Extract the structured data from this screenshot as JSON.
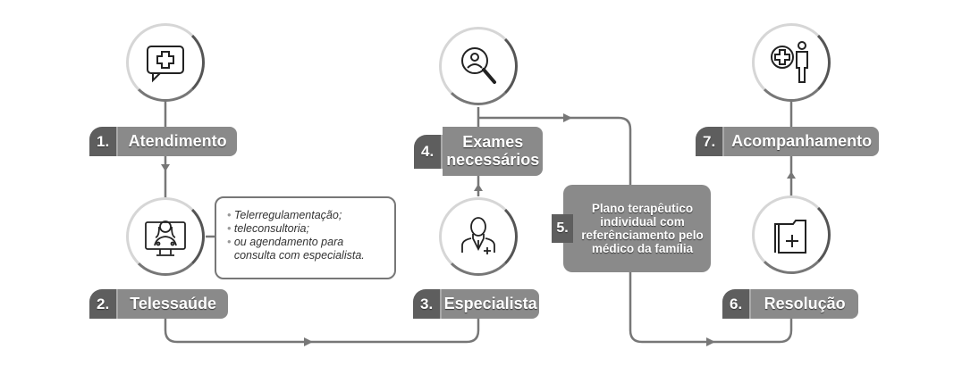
{
  "steps": [
    {
      "num": "1.",
      "label": "Atendimento",
      "icon": "chat-medical-cross-icon"
    },
    {
      "num": "2.",
      "label": "Telessaúde",
      "icon": "doctor-on-monitor-icon"
    },
    {
      "num": "3.",
      "label": "Especialista",
      "icon": "specialist-doctor-icon"
    },
    {
      "num": "4.",
      "label": "Exames necessários",
      "icon": "search-person-icon"
    },
    {
      "num": "5.",
      "label": "Plano terapêutico individual com referênciamento pelo médico da família"
    },
    {
      "num": "6.",
      "label": "Resolução",
      "icon": "medical-folder-icon"
    },
    {
      "num": "7.",
      "label": "Acompanhamento",
      "icon": "medical-person-icon"
    }
  ],
  "callout": {
    "items": [
      "Telerregulamentação;",
      "teleconsultoria;",
      "ou agendamento para consulta com especialista."
    ]
  }
}
